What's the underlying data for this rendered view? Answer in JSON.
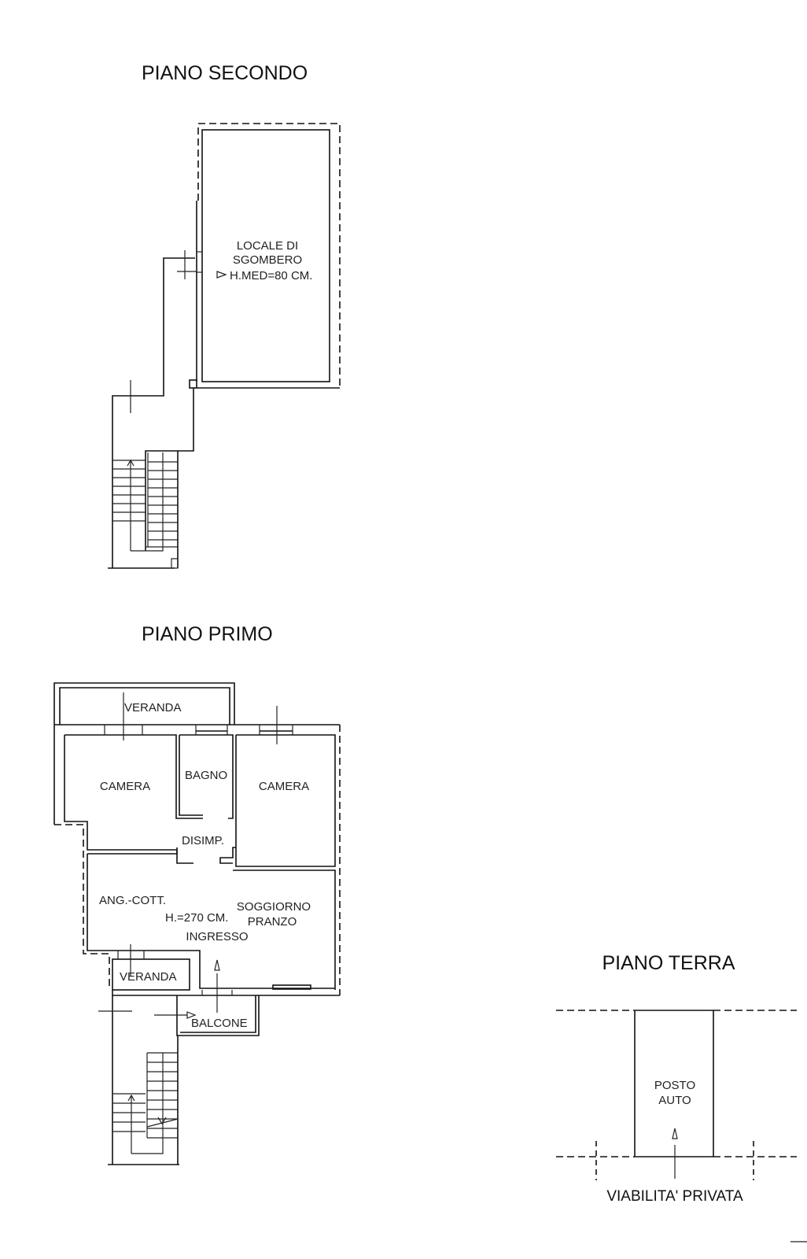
{
  "floors": {
    "second": {
      "title": "PIANO SECONDO",
      "rooms": {
        "storage_line1": "LOCALE DI",
        "storage_line2": "SGOMBERO",
        "storage_height": "H.MED=80 CM."
      }
    },
    "first": {
      "title": "PIANO PRIMO",
      "rooms": {
        "veranda_top": "VERANDA",
        "camera_left": "CAMERA",
        "bagno": "BAGNO",
        "camera_right": "CAMERA",
        "disimp": "DISIMP.",
        "ang_cott": "ANG.-COTT.",
        "height": "H.=270 CM.",
        "soggiorno": "SOGGIORNO",
        "pranzo": "PRANZO",
        "ingresso": "INGRESSO",
        "veranda_bottom": "VERANDA",
        "balcone": "BALCONE"
      }
    },
    "ground": {
      "title": "PIANO TERRA",
      "posto": "POSTO",
      "auto": "AUTO",
      "road": "VIABILITA' PRIVATA"
    }
  }
}
